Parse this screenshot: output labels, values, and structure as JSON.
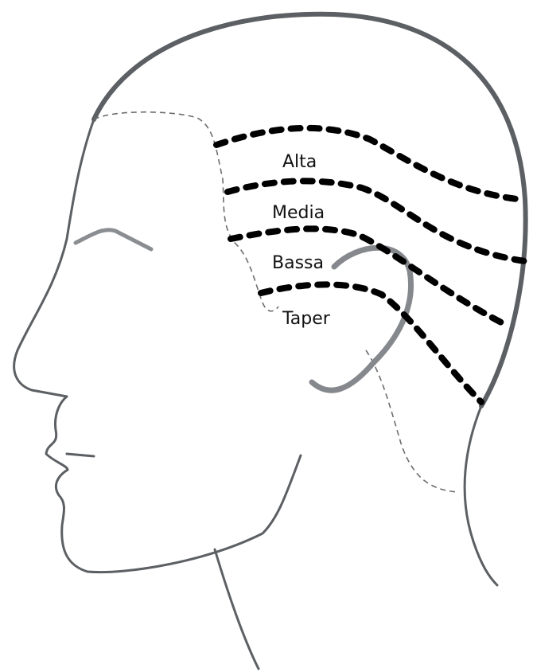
{
  "labels": {
    "alta": "Alta",
    "media": "Media",
    "bassa": "Bassa",
    "taper": "Taper"
  },
  "colors": {
    "outline": "#5c5f63",
    "ear": "#85888c",
    "fade_lines": "#000000",
    "background": "#ffffff"
  }
}
